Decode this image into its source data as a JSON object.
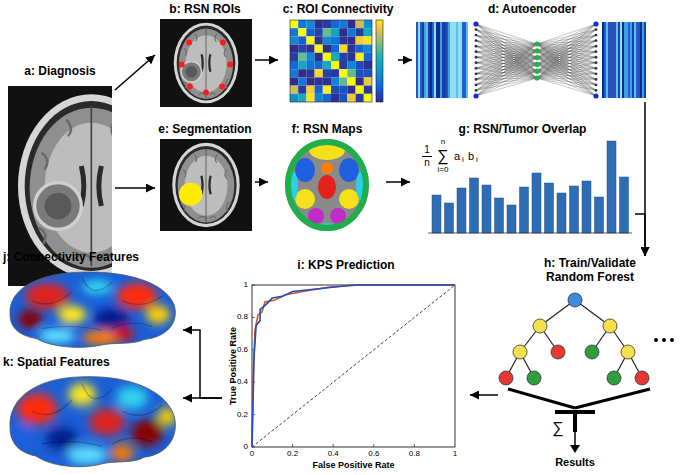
{
  "diagram": {
    "nodes": [
      {
        "text": [
          "a: Diagnosis"
        ]
      },
      {
        "text": [
          "b: RSN ROIs"
        ]
      },
      {
        "text": [
          "c: ROI Connectivity"
        ]
      },
      {
        "text": [
          "d: Autoencoder"
        ]
      },
      {
        "text": [
          "e: Segmentation"
        ]
      },
      {
        "text": [
          "f: RSN Maps"
        ]
      },
      {
        "text": [
          "g: RSN/Tumor Overlap"
        ]
      },
      {
        "text": [
          "h: Train/Validate Random Forest"
        ]
      },
      {
        "text": [
          "i: KPS Prediction"
        ]
      },
      {
        "text": [
          "j: Connectivity Features"
        ]
      },
      {
        "text": [
          "k: Spatial Features"
        ]
      }
    ],
    "edges": [
      {
        "from": 0,
        "to": 1,
        "arrow": "to"
      },
      {
        "from": 0,
        "to": 4,
        "arrow": "to"
      },
      {
        "from": 1,
        "to": 2,
        "arrow": "to"
      },
      {
        "from": 2,
        "to": 3,
        "arrow": "to"
      },
      {
        "from": 4,
        "to": 5,
        "arrow": "to"
      },
      {
        "from": 5,
        "to": 6,
        "arrow": "to"
      },
      {
        "from": 3,
        "to": 7,
        "arrow": "to"
      },
      {
        "from": 6,
        "to": 7,
        "arrow": "to"
      },
      {
        "from": 7,
        "to": 8,
        "arrow": "to"
      },
      {
        "from": 8,
        "to": 9,
        "arrow": "to"
      },
      {
        "from": 8,
        "to": 10,
        "arrow": "to"
      }
    ],
    "labels": [
      "1",
      "n",
      "n",
      "∑",
      "i=0",
      "a",
      "i",
      "b",
      "i",
      "True Positive Rate",
      "False Positive Rate",
      "0",
      "0.2",
      "0.4",
      "0.6",
      "0.8",
      "1",
      "0",
      "0.2",
      "0.4",
      "0.6",
      "0.8",
      "1",
      "∑",
      "Results"
    ]
  }
}
